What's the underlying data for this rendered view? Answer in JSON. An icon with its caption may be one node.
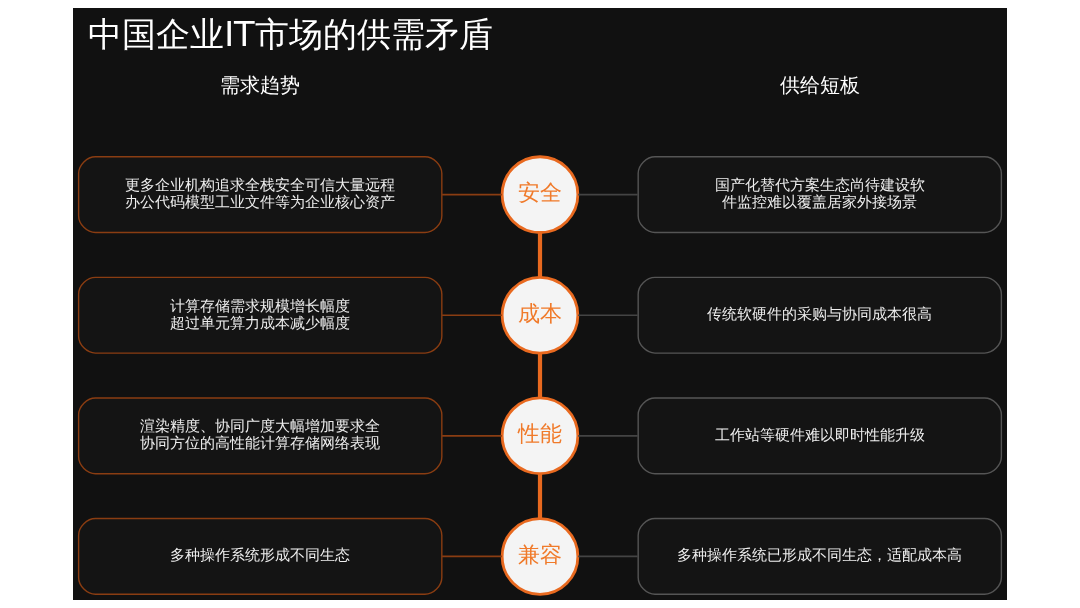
{
  "diagram": {
    "title": "中国企业IT市场的供需矛盾",
    "nodes": [
      {
        "text": [
          "更多企业机构追求全栈安全可信大量远程办公代码模型工业文件等为企业核心资产"
        ]
      },
      {
        "text": [
          "安全"
        ]
      },
      {
        "text": [
          "国产化替代方案生态尚待建设软件监控难以覆盖居家外接场景"
        ]
      },
      {
        "text": [
          "计算存储需求规模增长幅度超过单元算力成本减少幅度"
        ]
      },
      {
        "text": [
          "成本"
        ]
      },
      {
        "text": [
          "传统软硬件的采购与协同成本很高"
        ]
      },
      {
        "text": [
          "渲染精度、协同广度大幅增加要求全协同方位的高性能计算存储网络表现"
        ]
      },
      {
        "text": [
          "性能"
        ]
      },
      {
        "text": [
          "工作站等硬件难以即时性能升级"
        ]
      },
      {
        "text": [
          "多种操作系统形成不同生态"
        ]
      },
      {
        "text": [
          "兼容"
        ]
      },
      {
        "text": [
          "多种操作系统已形成不同生态，适配成本高"
        ]
      }
    ],
    "edges": [
      {
        "from": 0,
        "to": 1,
        "arrow": "none",
        "color": "#8a3d12"
      },
      {
        "from": 1,
        "to": 2,
        "arrow": "none",
        "color": "#444444"
      },
      {
        "from": 3,
        "to": 4,
        "arrow": "none",
        "color": "#8a3d12"
      },
      {
        "from": 4,
        "to": 5,
        "arrow": "none",
        "color": "#444444"
      },
      {
        "from": 6,
        "to": 7,
        "arrow": "none",
        "color": "#8a3d12"
      },
      {
        "from": 7,
        "to": 8,
        "arrow": "none",
        "color": "#444444"
      },
      {
        "from": 9,
        "to": 10,
        "arrow": "none",
        "color": "#8a3d12"
      },
      {
        "from": 10,
        "to": 11,
        "arrow": "none",
        "color": "#444444"
      },
      {
        "from": 1,
        "to": 4,
        "arrow": "none",
        "style": "thick",
        "color": "#e8691f"
      },
      {
        "from": 4,
        "to": 7,
        "arrow": "none",
        "style": "thick",
        "color": "#e8691f"
      },
      {
        "from": 7,
        "to": 10,
        "arrow": "none",
        "style": "thick",
        "color": "#e8691f"
      }
    ],
    "labels": [
      "需求趋势",
      "供给短板"
    ]
  }
}
